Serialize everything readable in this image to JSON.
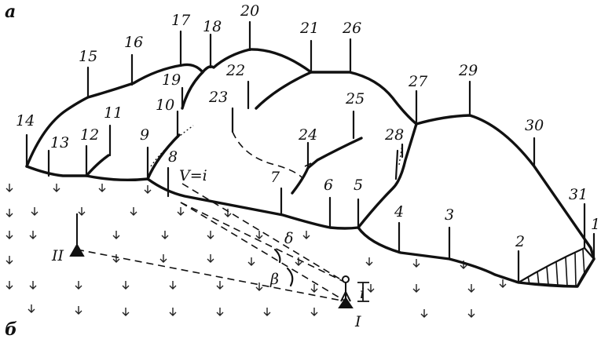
{
  "figure": {
    "panel_a": "а",
    "panel_b": "б",
    "points": [
      "1",
      "2",
      "3",
      "4",
      "5",
      "6",
      "7",
      "8",
      "9",
      "10",
      "11",
      "12",
      "13",
      "14",
      "15",
      "16",
      "17",
      "18",
      "19",
      "20",
      "21",
      "22",
      "23",
      "24",
      "25",
      "26",
      "27",
      "28",
      "29",
      "30",
      "31"
    ],
    "stations": [
      "I",
      "II"
    ],
    "angles": {
      "delta": "δ",
      "beta": "β",
      "height": "i",
      "vertical": "V=i"
    }
  }
}
